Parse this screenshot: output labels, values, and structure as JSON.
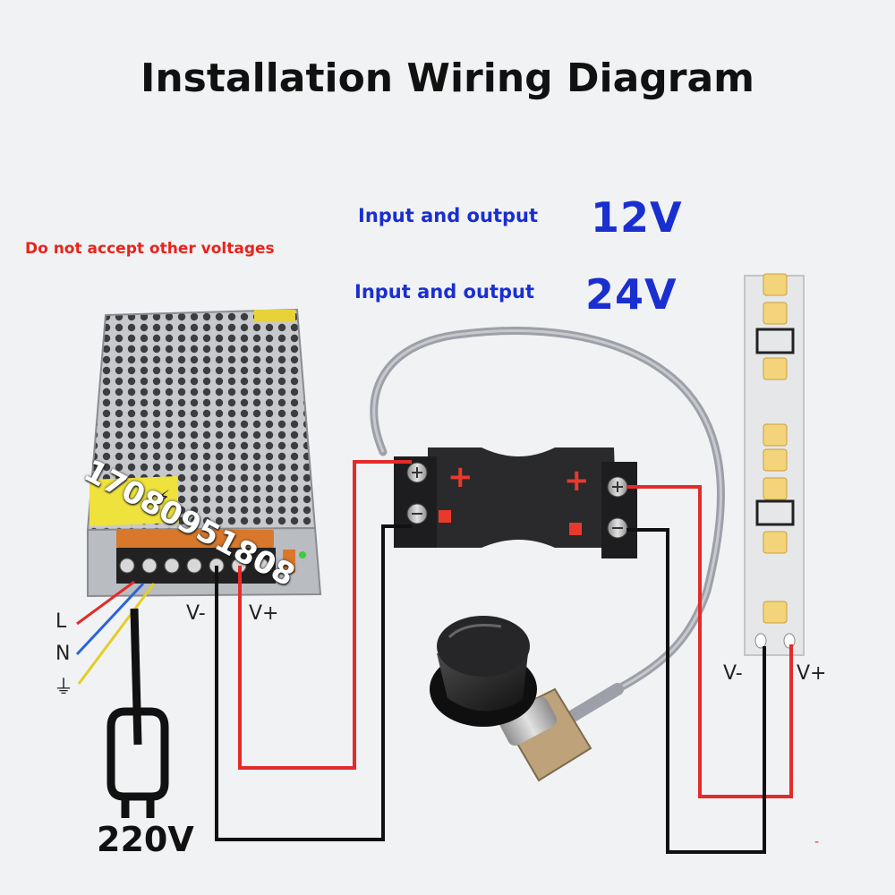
{
  "title": "Installation Wiring Diagram",
  "warning": "Do not accept other voltages",
  "io_label_1": "Input and output",
  "voltage_1": "12V",
  "io_label_2": "Input and output",
  "voltage_2": "24V",
  "psu": {
    "terminal_minus": "V-",
    "terminal_plus": "V+",
    "watermark": "17080951808"
  },
  "mains": {
    "live": "L",
    "neutral": "N",
    "ground_symbol": "⏚",
    "plug_voltage": "220V"
  },
  "led_strip": {
    "terminal_minus": "V-",
    "terminal_plus": "V+"
  },
  "controller": {
    "plus_sign": "+",
    "minus_sign": "-"
  },
  "corner_mark": "-",
  "colors": {
    "positive_wire": "#e32b2b",
    "negative_wire": "#111111",
    "title_text": "#111111",
    "voltage_text": "#1a2fd0",
    "warning_text": "#e8241c"
  }
}
